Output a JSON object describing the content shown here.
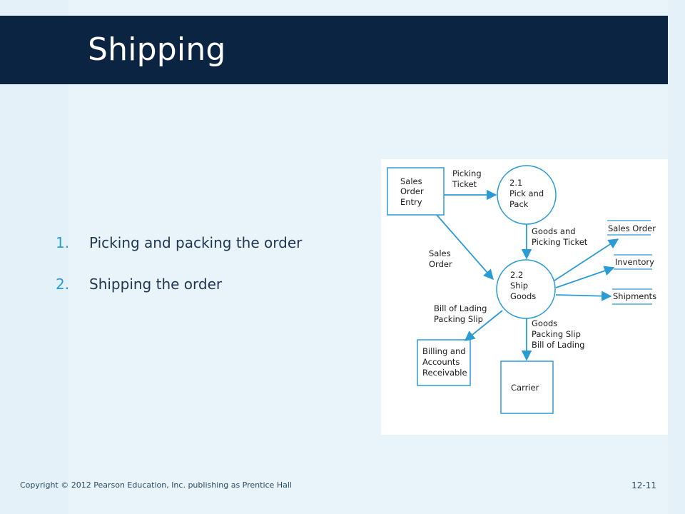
{
  "slide": {
    "title": "Shipping",
    "bullets": [
      {
        "number": "1.",
        "text": "Picking and packing the order"
      },
      {
        "number": "2.",
        "text": "Shipping the order"
      }
    ],
    "footer": "Copyright © 2012 Pearson Education, Inc. publishing as Prentice Hall",
    "page_number": "12-11"
  },
  "diagram": {
    "entities": {
      "sales_order_entry": [
        "Sales",
        "Order",
        "Entry"
      ],
      "billing": [
        "Billing and",
        "Accounts",
        "Receivable"
      ],
      "carrier": [
        "Carrier"
      ]
    },
    "processes": {
      "pick_pack": [
        "2.1",
        "Pick and",
        "Pack"
      ],
      "ship_goods": [
        "2.2",
        "Ship",
        "Goods"
      ]
    },
    "stores": {
      "sales_order": "Sales Order",
      "inventory": "Inventory",
      "shipments": "Shipments"
    },
    "flows": {
      "picking_ticket": [
        "Picking",
        "Ticket"
      ],
      "sales_order": [
        "Sales",
        "Order"
      ],
      "goods_picking_ticket": [
        "Goods and",
        "Picking Ticket"
      ],
      "bill_packing": [
        "Bill of Lading",
        "Packing Slip"
      ],
      "goods_to_carrier": [
        "Goods",
        "Packing Slip",
        "Bill of Lading"
      ]
    },
    "colors": {
      "line": "#2b9bd4",
      "text": "#1a1a1a"
    }
  }
}
